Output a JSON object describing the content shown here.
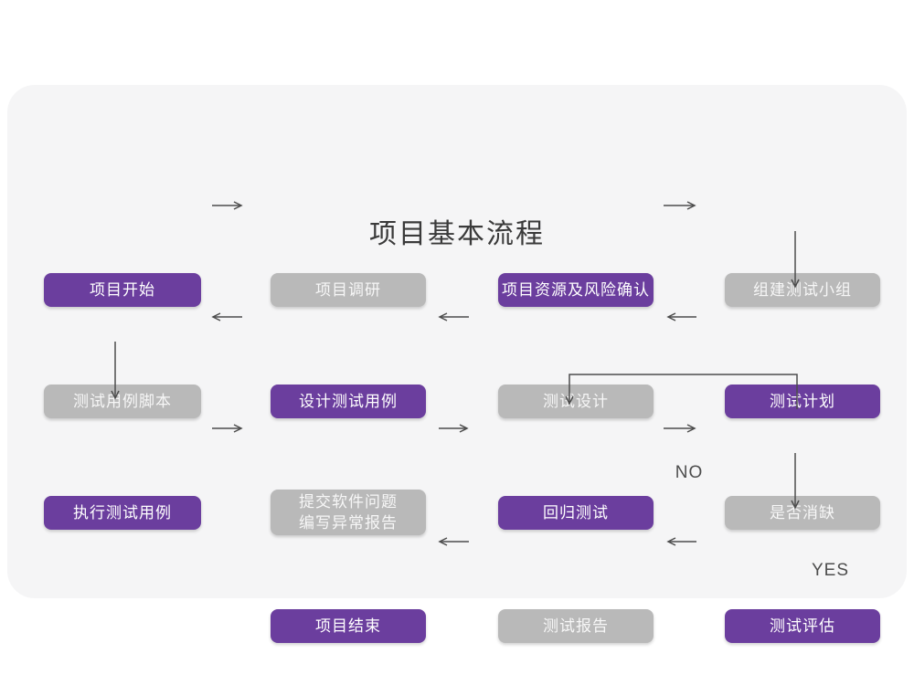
{
  "title": "项目基本流程",
  "colors": {
    "accent_purple": "#6b3e9e",
    "node_gray": "#b9b9b9",
    "canvas_background": "#f5f5f6",
    "page_background": "#ffffff",
    "arrow": "#4d4d4d",
    "title_text": "#3a3a3a",
    "node_text": "#ffffff"
  },
  "nodes": [
    {
      "label": "项目开始",
      "variant": "purple"
    },
    {
      "label": "项目调研",
      "variant": "gray"
    },
    {
      "label": "项目资源及风险确认",
      "variant": "purple"
    },
    {
      "label": "组建测试小组",
      "variant": "gray"
    },
    {
      "label": "测试计划",
      "variant": "purple"
    },
    {
      "label": "测试设计",
      "variant": "gray"
    },
    {
      "label": "设计测试用例",
      "variant": "purple"
    },
    {
      "label": "测试用例脚本",
      "variant": "gray"
    },
    {
      "label": "执行测试用例",
      "variant": "purple"
    },
    {
      "label": "提交软件问题",
      "label2": "编写异常报告",
      "variant": "gray"
    },
    {
      "label": "回归测试",
      "variant": "purple"
    },
    {
      "label": "是否消缺",
      "variant": "gray"
    },
    {
      "label": "测试评估",
      "variant": "purple"
    },
    {
      "label": "测试报告",
      "variant": "gray"
    },
    {
      "label": "项目结束",
      "variant": "purple"
    }
  ],
  "edge_labels": {
    "no": "NO",
    "yes": "YES"
  }
}
